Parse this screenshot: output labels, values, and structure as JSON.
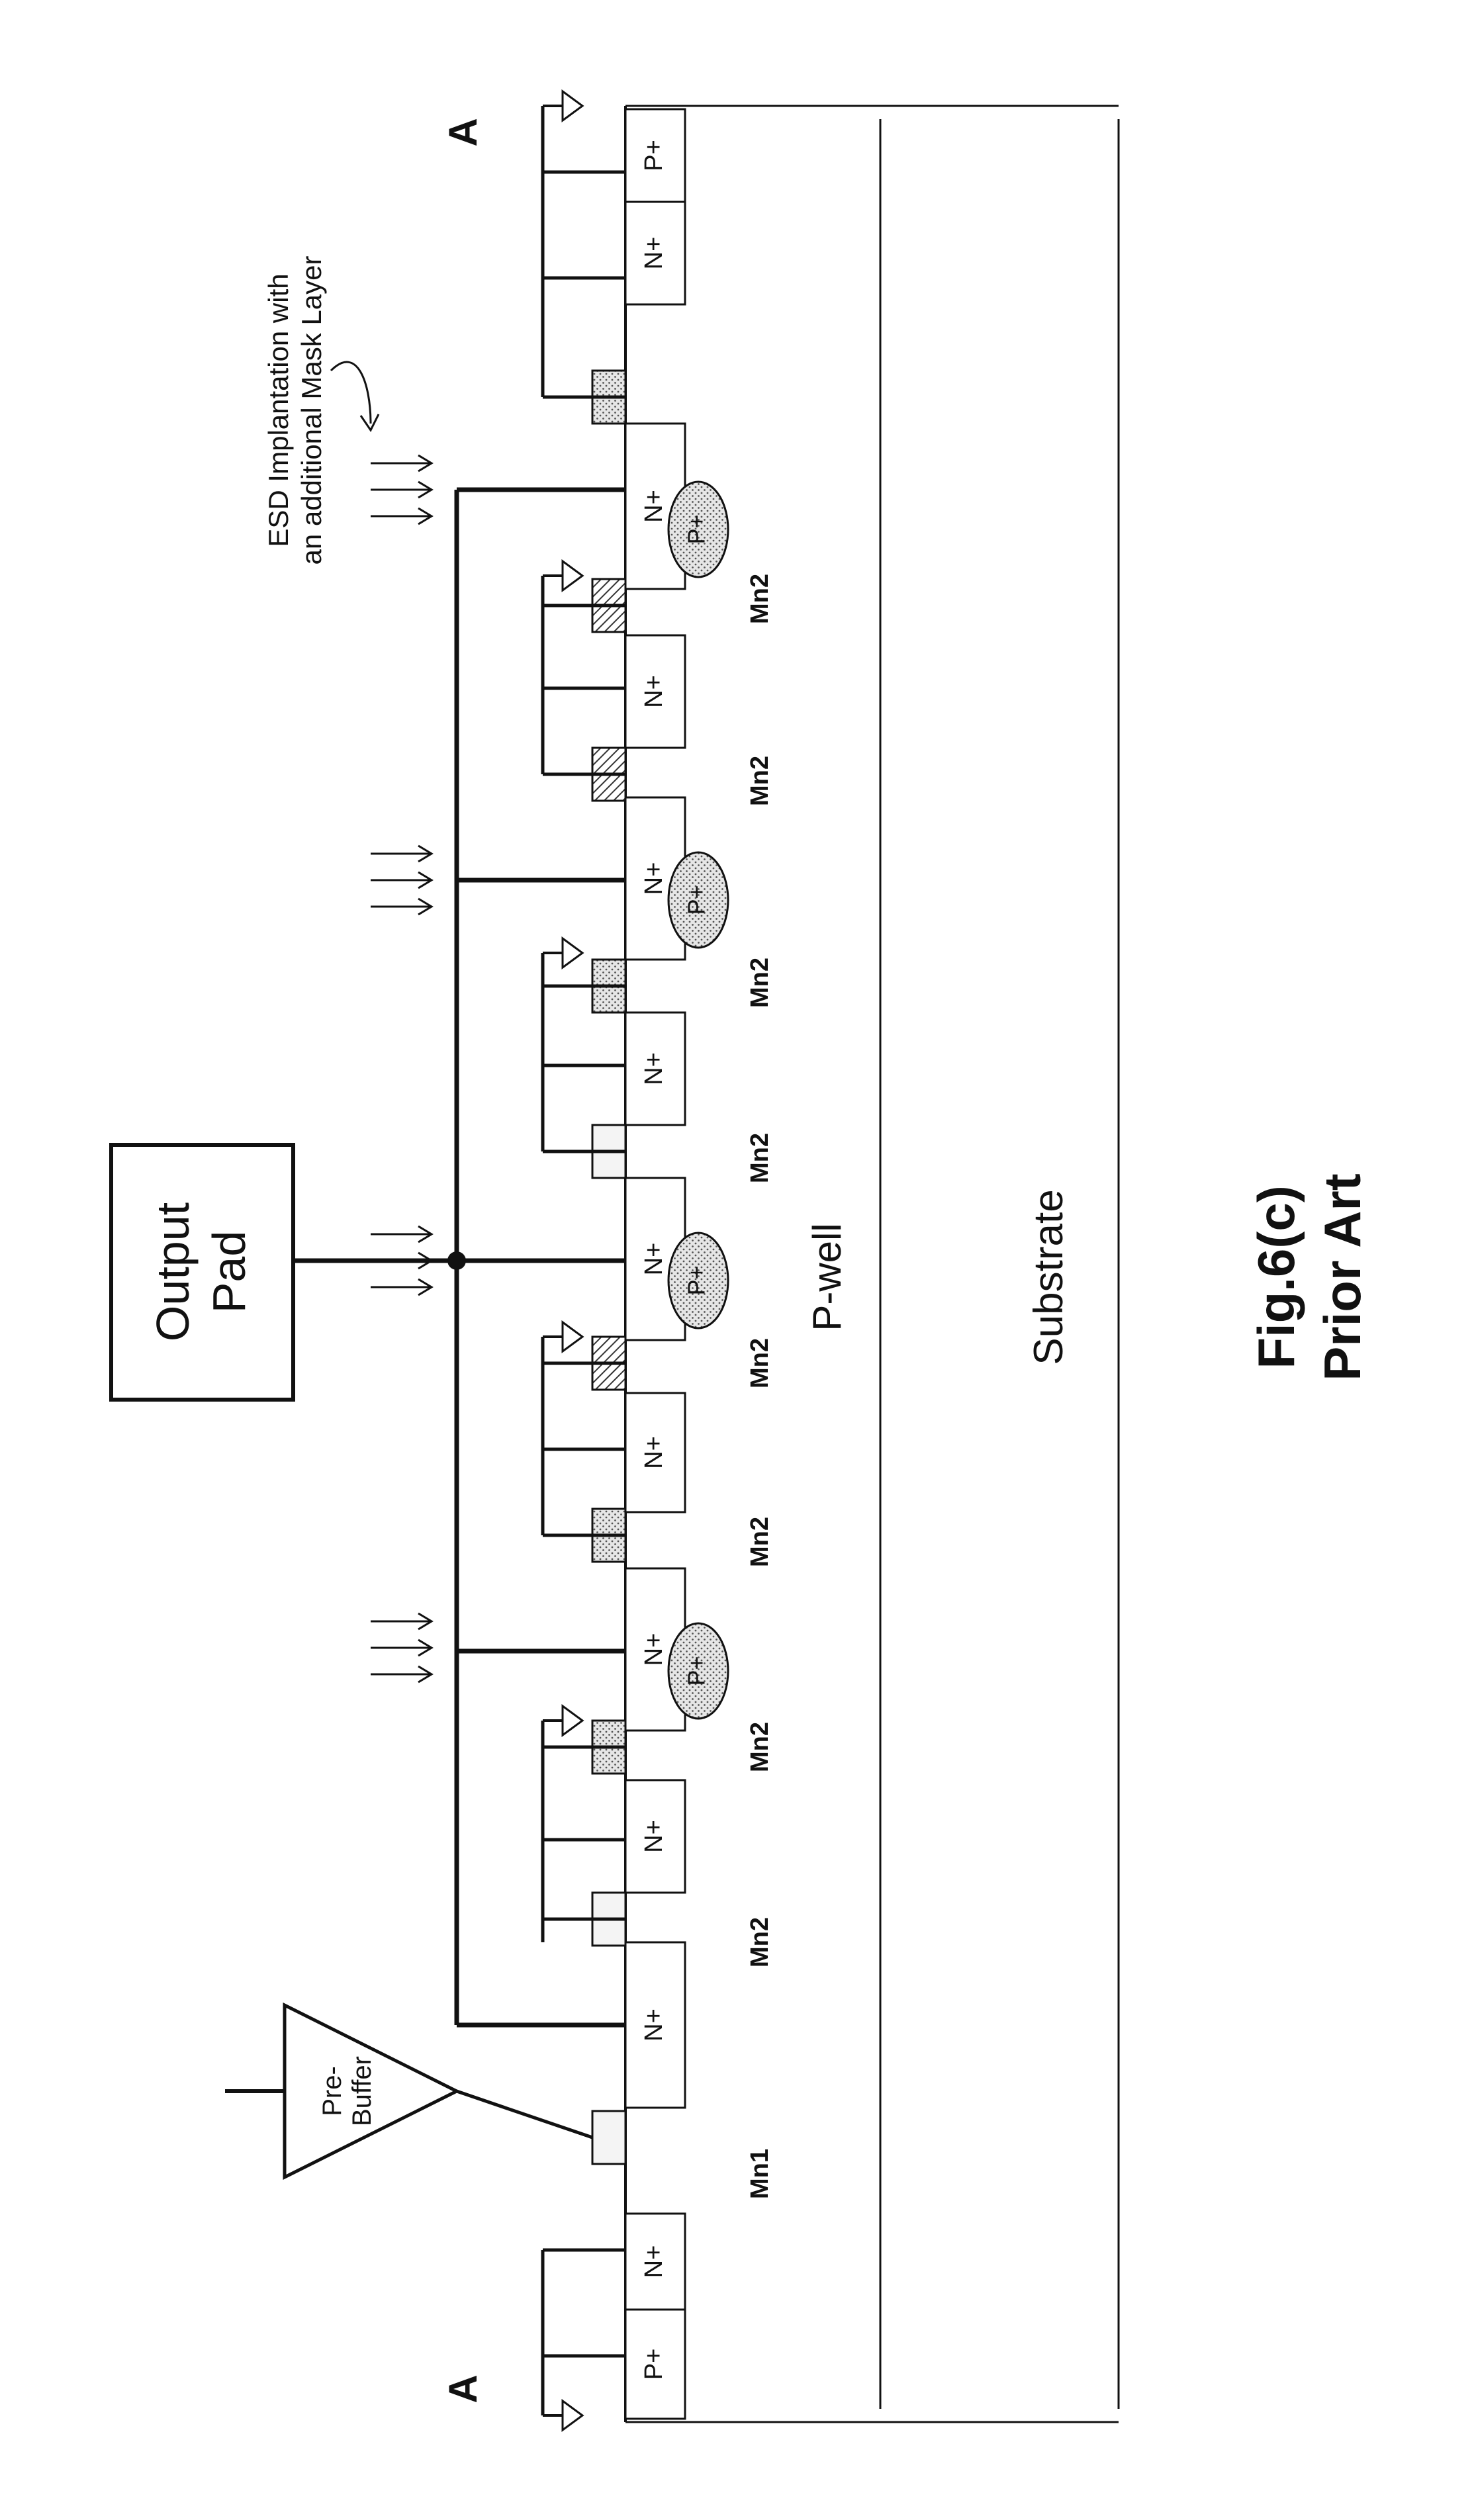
{
  "diagram": {
    "figure": {
      "title": "Fig.6(c)",
      "subtitle": "Prior Art"
    },
    "section_marker": "A",
    "regions": {
      "pwell": "P-well",
      "substrate": "Substrate"
    },
    "output_pad": {
      "line1": "Output",
      "line2": "Pad"
    },
    "pre_buffer": {
      "line1": "Pre-",
      "line2": "Buffer"
    },
    "esd_note": {
      "line1": "ESD Implantation with",
      "line2": "an additional Mask Layer"
    },
    "labels": {
      "nplus": "N+",
      "pplus": "P+"
    },
    "transistor_labels": [
      "Mn1",
      "Mn2",
      "Mn2",
      "Mn2",
      "Mn2",
      "Mn2",
      "Mn2",
      "Mn2",
      "Mn2"
    ],
    "colors": {
      "ink": "#111111",
      "stipple": "#bdbdbd",
      "hatch": "#666666"
    }
  }
}
